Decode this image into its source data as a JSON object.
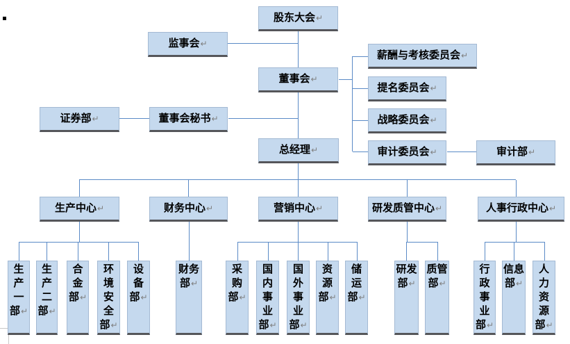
{
  "org": {
    "title": "company-organization-chart",
    "return_mark": "↵",
    "colors": {
      "node_fill": "#c5d9ee",
      "node_border": "#a3b9d3",
      "node_shadow": "#55565a",
      "connector": "#5a8ac6"
    },
    "nodes": {
      "shareholders": "股东大会",
      "supervisory": "监事会",
      "board": "董事会",
      "compensation_committee": "薪酬与考核委员会",
      "nomination_committee": "提名委员会",
      "strategy_committee": "战略委员会",
      "audit_committee": "审计委员会",
      "audit_dept": "审计部",
      "securities_dept": "证券部",
      "board_secretary": "董事会秘书",
      "general_manager": "总经理",
      "production_center": "生产中心",
      "finance_center": "财务中心",
      "marketing_center": "营销中心",
      "rd_quality_center": "研发质管中心",
      "hr_admin_center": "人事行政中心",
      "production_dept_1": "生产一部",
      "production_dept_2": "生产二部",
      "alloy_dept": "合金部",
      "env_safety_dept": "环境安全部",
      "equipment_dept": "设备部",
      "finance_dept": "财务部",
      "purchasing_dept": "采购部",
      "domestic_business_dept": "国内事业部",
      "overseas_business_dept": "国外事业部",
      "resources_dept": "资源部",
      "storage_transport_dept": "储运部",
      "rd_dept": "研发部",
      "quality_dept": "质管部",
      "admin_business_dept": "行政事业部",
      "info_dept": "信息部",
      "hr_dept": "人力资源部"
    }
  }
}
